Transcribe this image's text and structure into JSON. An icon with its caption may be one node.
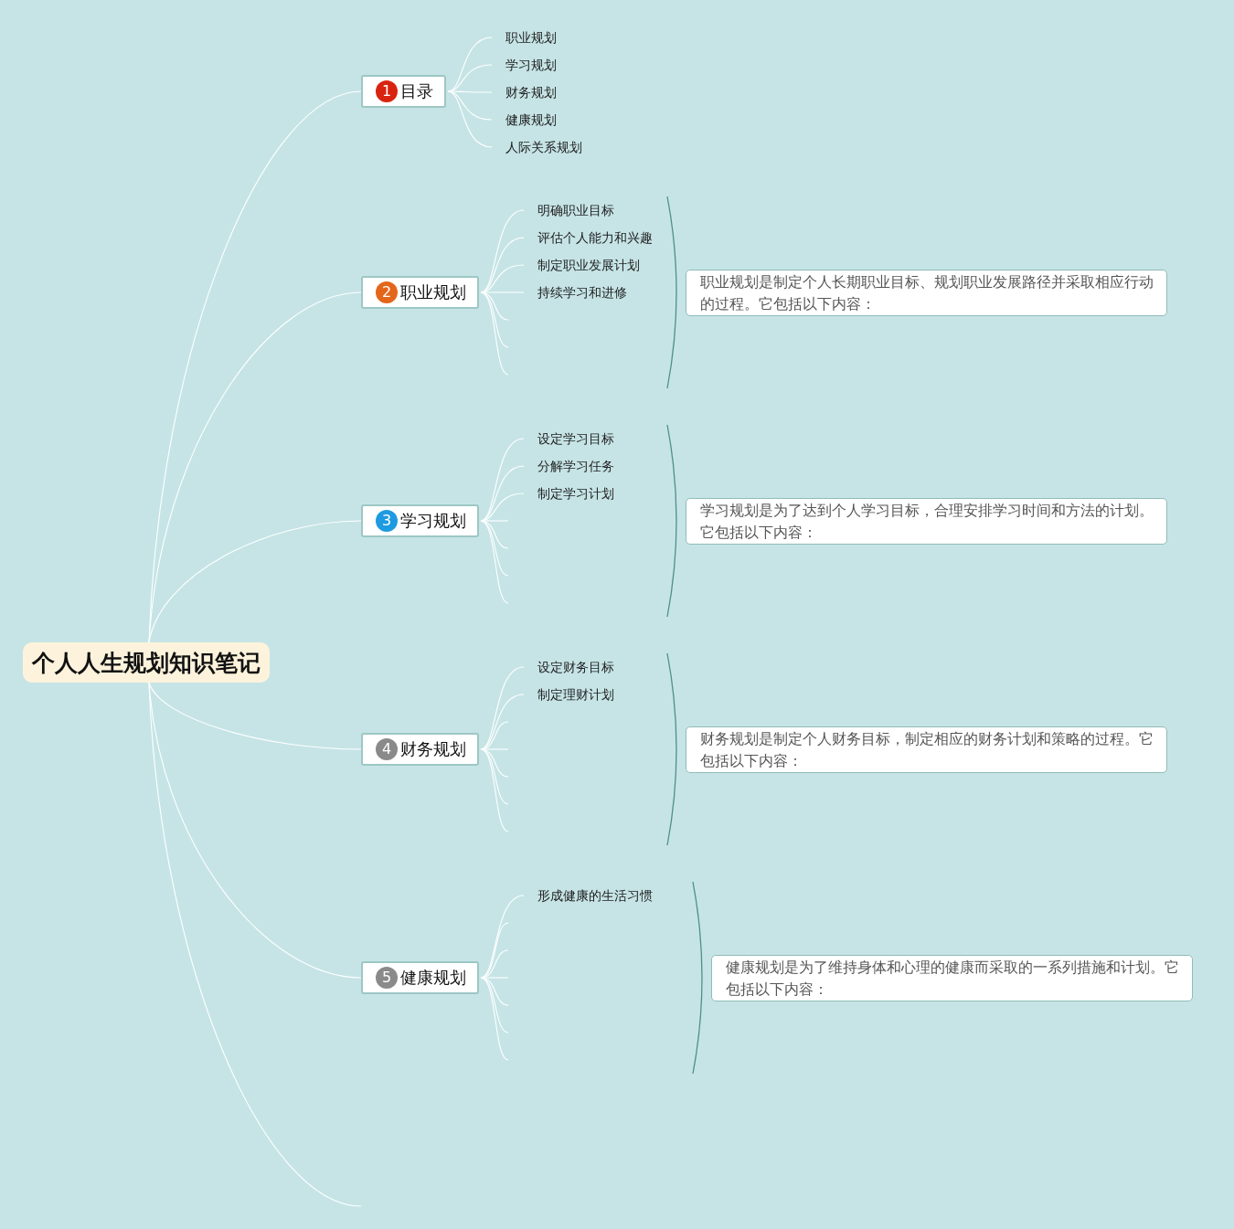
{
  "diagram": {
    "nodes": [
      {
        "text": [
          "个人人生规划知识笔记"
        ]
      },
      {
        "text": [
          "1",
          "目录"
        ]
      },
      {
        "text": [
          "职业规划"
        ]
      },
      {
        "text": [
          "学习规划"
        ]
      },
      {
        "text": [
          "财务规划"
        ]
      },
      {
        "text": [
          "健康规划"
        ]
      },
      {
        "text": [
          "人际关系规划"
        ]
      },
      {
        "text": [
          "2",
          "职业规划"
        ]
      },
      {
        "text": [
          "明确职业目标"
        ]
      },
      {
        "text": [
          "评估个人能力和兴趣"
        ]
      },
      {
        "text": [
          "制定职业发展计划"
        ]
      },
      {
        "text": [
          "持续学习和进修"
        ]
      },
      {
        "text": [
          "职业规划是制定个人长期职业目标、规划职业发展路径并采取相应行动的过程。它包括以下内容："
        ]
      },
      {
        "text": [
          "3",
          "学习规划"
        ]
      },
      {
        "text": [
          "设定学习目标"
        ]
      },
      {
        "text": [
          "分解学习任务"
        ]
      },
      {
        "text": [
          "制定学习计划"
        ]
      },
      {
        "text": [
          "学习规划是为了达到个人学习目标，合理安排学习时间和方法的计划。它包括以下内容："
        ]
      },
      {
        "text": [
          "4",
          "财务规划"
        ]
      },
      {
        "text": [
          "设定财务目标"
        ]
      },
      {
        "text": [
          "制定理财计划"
        ]
      },
      {
        "text": [
          "财务规划是制定个人财务目标，制定相应的财务计划和策略的过程。它包括以下内容："
        ]
      },
      {
        "text": [
          "5",
          "健康规划"
        ]
      },
      {
        "text": [
          "形成健康的生活习惯"
        ]
      },
      {
        "text": [
          "健康规划是为了维持身体和心理的健康而采取的一系列措施和计划。它包括以下内容："
        ]
      }
    ],
    "edges": [
      {
        "from": 0,
        "to": 1,
        "arrow": "none"
      },
      {
        "from": 0,
        "to": 7,
        "arrow": "none"
      },
      {
        "from": 0,
        "to": 13,
        "arrow": "none"
      },
      {
        "from": 0,
        "to": 18,
        "arrow": "none"
      },
      {
        "from": 0,
        "to": 22,
        "arrow": "none"
      },
      {
        "from": 0,
        "to": null,
        "arrow": "none"
      },
      {
        "from": 1,
        "to": 2,
        "arrow": "none"
      },
      {
        "from": 1,
        "to": 3,
        "arrow": "none"
      },
      {
        "from": 1,
        "to": 4,
        "arrow": "none"
      },
      {
        "from": 1,
        "to": 5,
        "arrow": "none"
      },
      {
        "from": 1,
        "to": 6,
        "arrow": "none"
      },
      {
        "from": 7,
        "to": 8,
        "arrow": "none"
      },
      {
        "from": 7,
        "to": 9,
        "arrow": "none"
      },
      {
        "from": 7,
        "to": 10,
        "arrow": "none"
      },
      {
        "from": 7,
        "to": 11,
        "arrow": "none"
      },
      {
        "from": 7,
        "to": null,
        "arrow": "none"
      },
      {
        "from": 7,
        "to": null,
        "arrow": "none"
      },
      {
        "from": 7,
        "to": null,
        "arrow": "none"
      },
      {
        "from": 13,
        "to": 14,
        "arrow": "none"
      },
      {
        "from": 13,
        "to": 15,
        "arrow": "none"
      },
      {
        "from": 13,
        "to": 16,
        "arrow": "none"
      },
      {
        "from": 13,
        "to": null,
        "arrow": "none"
      },
      {
        "from": 13,
        "to": null,
        "arrow": "none"
      },
      {
        "from": 13,
        "to": null,
        "arrow": "none"
      },
      {
        "from": 13,
        "to": null,
        "arrow": "none"
      },
      {
        "from": 18,
        "to": 19,
        "arrow": "none"
      },
      {
        "from": 18,
        "to": 20,
        "arrow": "none"
      },
      {
        "from": 18,
        "to": null,
        "arrow": "none"
      },
      {
        "from": 18,
        "to": null,
        "arrow": "none"
      },
      {
        "from": 18,
        "to": null,
        "arrow": "none"
      },
      {
        "from": 18,
        "to": null,
        "arrow": "none"
      },
      {
        "from": 18,
        "to": null,
        "arrow": "none"
      },
      {
        "from": 22,
        "to": 23,
        "arrow": "none"
      },
      {
        "from": 22,
        "to": null,
        "arrow": "none"
      },
      {
        "from": 22,
        "to": null,
        "arrow": "none"
      },
      {
        "from": 22,
        "to": null,
        "arrow": "none"
      },
      {
        "from": 22,
        "to": null,
        "arrow": "none"
      },
      {
        "from": 22,
        "to": null,
        "arrow": "none"
      },
      {
        "from": 22,
        "to": null,
        "arrow": "none"
      }
    ]
  }
}
